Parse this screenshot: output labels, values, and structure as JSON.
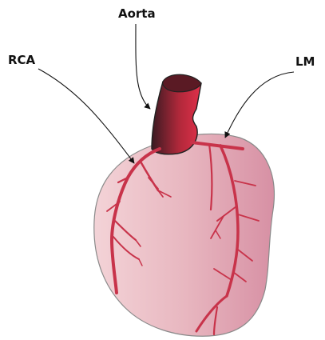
{
  "labels": {
    "aorta": "Aorta",
    "rca": "RCA",
    "lm": "LM"
  },
  "colors": {
    "heart_light": "#f0d0d4",
    "heart_dark": "#d896a8",
    "heart_outline": "#8a8a8a",
    "artery": "#c8334a",
    "aorta_dark": "#3a1820",
    "aorta_red": "#d42a3c",
    "aorta_top": "#5a1a24",
    "leader_line": "#111111"
  }
}
